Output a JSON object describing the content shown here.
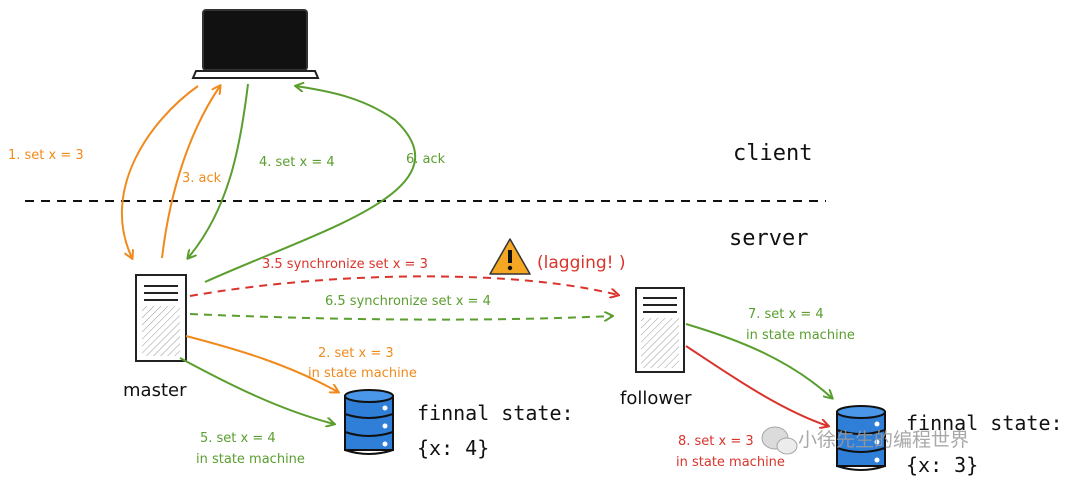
{
  "labels": {
    "client": "client",
    "server": "server",
    "master": "master",
    "follower": "follower",
    "step1": "1. set x = 3",
    "step3": "3. ack",
    "step4": "4. set x = 4",
    "step6": "6. ack",
    "step3_5": "3.5 synchronize set x = 3",
    "lagging": "(lagging! )",
    "step6_5": "6.5 synchronize set x = 4",
    "step2_line1": "2. set x = 3",
    "step2_line2": "in state machine",
    "step5_line1": "5. set x = 4",
    "step5_line2": "in state machine",
    "step7_line1": "7. set x = 4",
    "step7_line2": "in state machine",
    "step8_line1": "8. set x = 3",
    "step8_line2": "in state machine",
    "master_final_title": "finnal state:",
    "master_final_value": "{x: 4}",
    "follower_final_title": "finnal state:",
    "follower_final_value": "{x: 3}",
    "watermark": "小徐先生的编程世界"
  },
  "colors": {
    "orange": "#f08a1c",
    "green": "#5a9e2f",
    "red": "#d9342b",
    "db_blue": "#2f7fd8",
    "warning": "#f5a623"
  },
  "icons": {
    "laptop": "laptop-icon",
    "master_server": "server-icon",
    "follower_server": "server-icon",
    "master_db": "database-icon",
    "follower_db": "database-icon",
    "warning": "warning-icon",
    "watermark_logo": "wechat-icon"
  }
}
